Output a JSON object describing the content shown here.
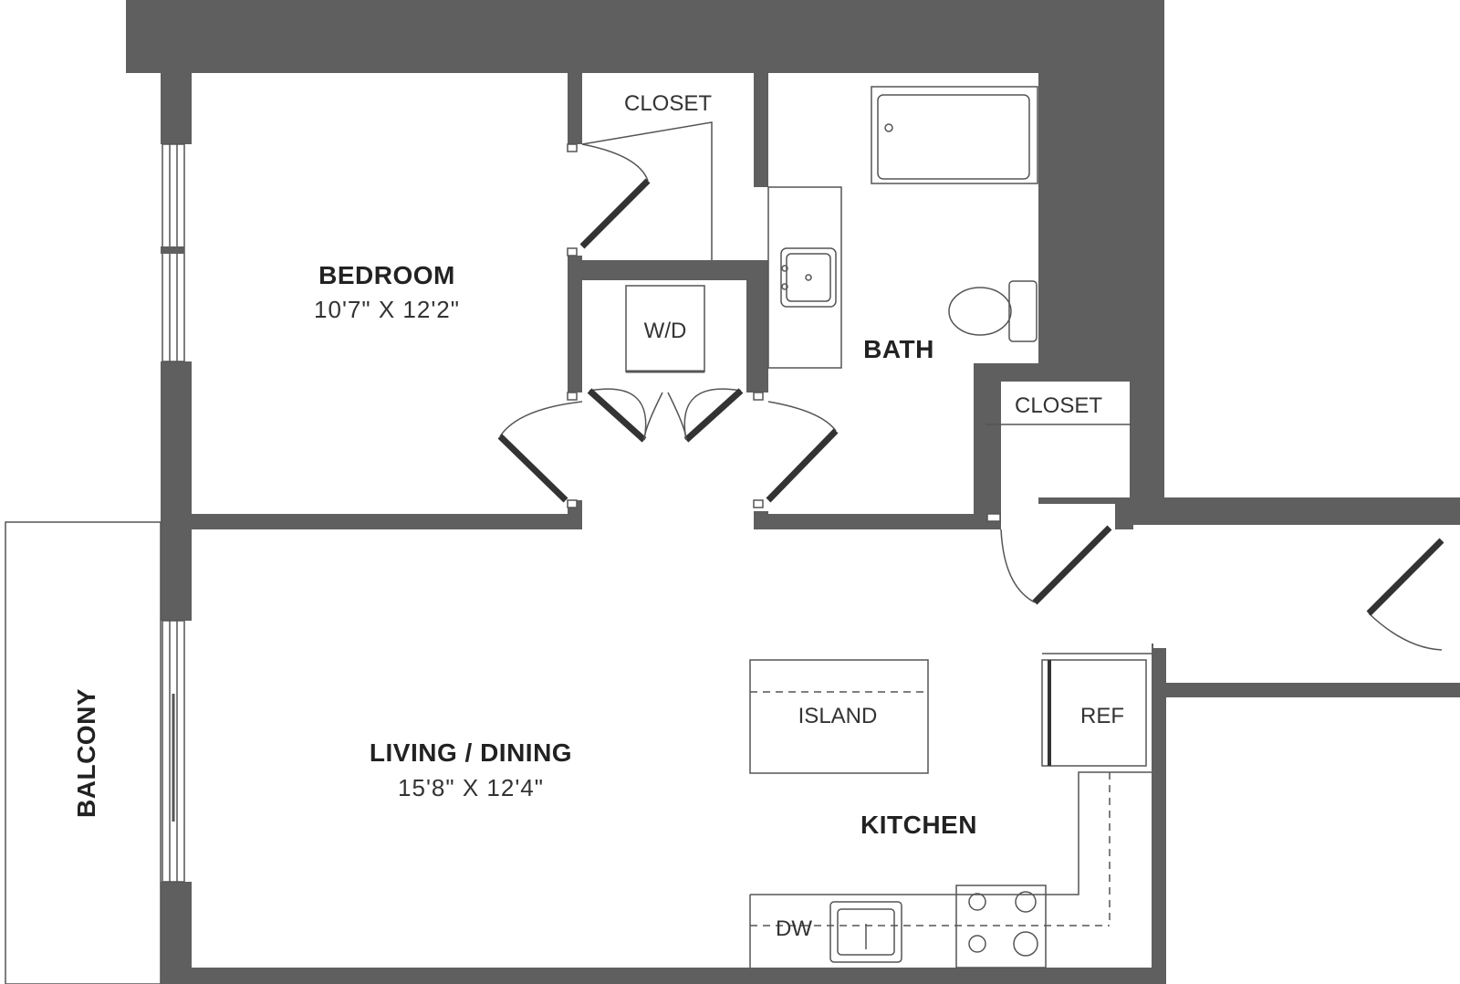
{
  "rooms": {
    "bedroom": {
      "name": "BEDROOM",
      "dimensions": "10'7\" X 12'2\""
    },
    "living": {
      "name": "LIVING / DINING",
      "dimensions": "15'8\" X 12'4\""
    },
    "bath": {
      "name": "BATH"
    },
    "kitchen": {
      "name": "KITCHEN"
    },
    "balcony": {
      "name": "BALCONY"
    },
    "closet_bedroom": {
      "name": "CLOSET"
    },
    "closet_entry": {
      "name": "CLOSET"
    }
  },
  "fixtures": {
    "washer_dryer": "W/D",
    "island": "ISLAND",
    "refrigerator": "REF",
    "dishwasher": "DW"
  },
  "colors": {
    "wall": "#5f5f5f",
    "line": "#555555",
    "background": "#ffffff"
  }
}
